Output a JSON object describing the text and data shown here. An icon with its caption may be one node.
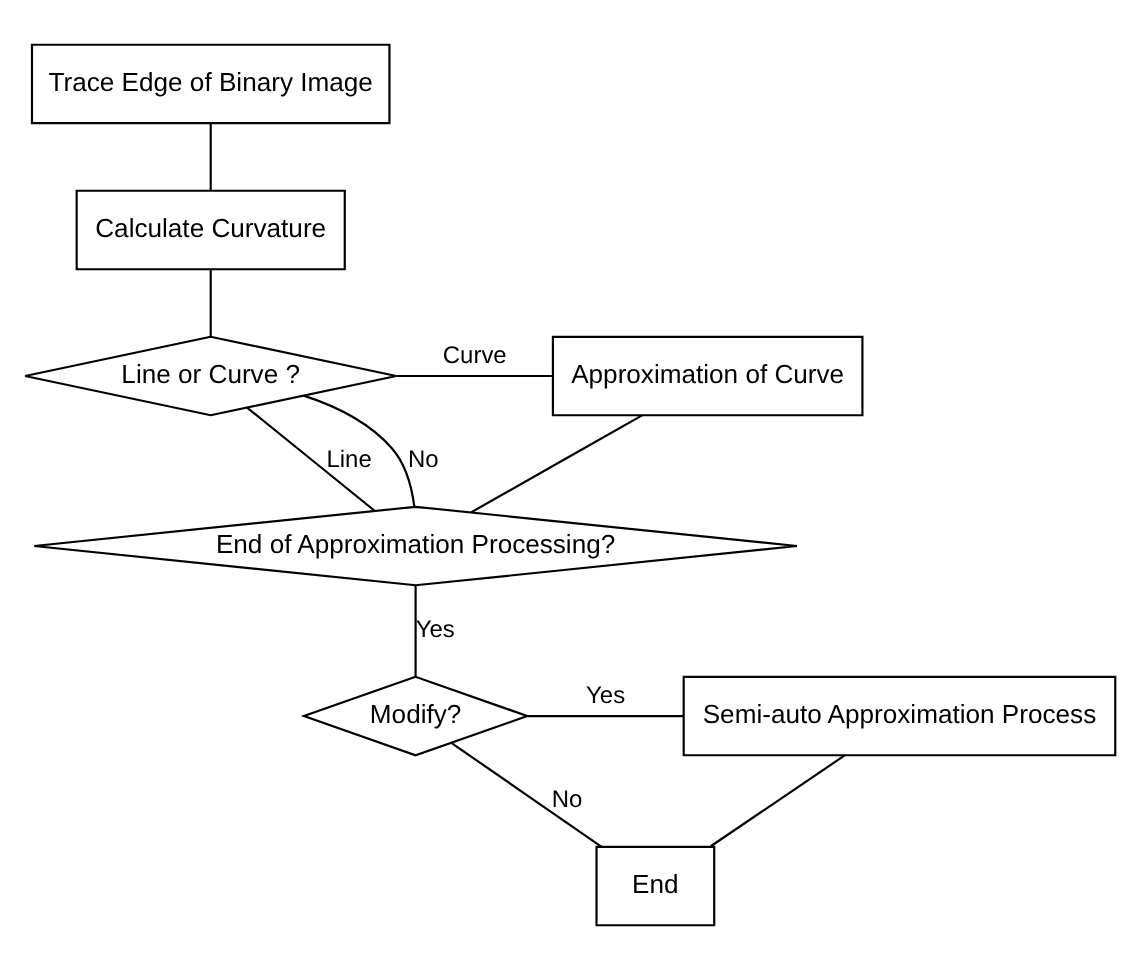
{
  "diagram": {
    "nodes": [
      {
        "text": [
          "Trace Edge of Binary Image"
        ]
      },
      {
        "text": [
          "Calculate Curvature"
        ]
      },
      {
        "text": [
          "Line or Curve ?"
        ]
      },
      {
        "text": [
          "Approximation of Curve"
        ]
      },
      {
        "text": [
          "End of Approximation Processing?"
        ]
      },
      {
        "text": [
          "Modify?"
        ]
      },
      {
        "text": [
          "Semi-auto Approximation Process"
        ]
      },
      {
        "text": [
          "End"
        ]
      }
    ],
    "edges": [
      {
        "from": 0,
        "to": 1,
        "arrow": "none"
      },
      {
        "from": 1,
        "to": 2,
        "arrow": "none"
      },
      {
        "from": 2,
        "to": 3,
        "arrow": "none",
        "label": "Curve"
      },
      {
        "from": 2,
        "to": 4,
        "arrow": "none",
        "label": "Line"
      },
      {
        "from": 3,
        "to": 4,
        "arrow": "none"
      },
      {
        "from": 4,
        "to": 2,
        "arrow": "none",
        "label": "No"
      },
      {
        "from": 4,
        "to": 5,
        "arrow": "none",
        "label": "Yes"
      },
      {
        "from": 5,
        "to": 6,
        "arrow": "none",
        "label": "Yes"
      },
      {
        "from": 5,
        "to": 7,
        "arrow": "none",
        "label": "No"
      },
      {
        "from": 6,
        "to": 7,
        "arrow": "none"
      }
    ]
  }
}
